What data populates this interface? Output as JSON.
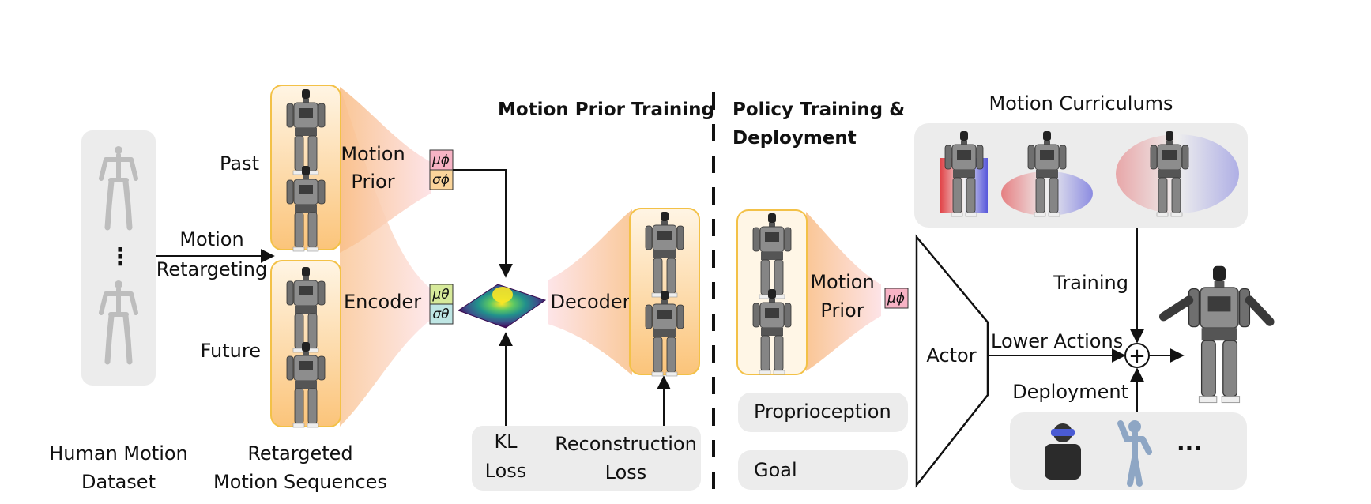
{
  "headings": {
    "motion_prior_training": "Motion Prior Training",
    "policy_training_line1": "Policy Training &",
    "policy_training_line2": "Deployment",
    "motion_curriculums": "Motion Curriculums"
  },
  "left": {
    "dataset_line1": "Human Motion",
    "dataset_line2": "Dataset",
    "dataset_ellipsis": "⋮",
    "retargeting_line1": "Motion",
    "retargeting_line2": "Retargeting",
    "past": "Past",
    "future": "Future",
    "sequences_line1": "Retargeted",
    "sequences_line2": "Motion Sequences"
  },
  "prior": {
    "motion_prior_line1": "Motion",
    "motion_prior_line2": "Prior",
    "encoder": "Encoder",
    "decoder": "Decoder",
    "mu_phi": "μϕ",
    "sigma_phi": "σϕ",
    "mu_theta": "μθ",
    "sigma_theta": "σθ",
    "kl_line1": "KL",
    "kl_line2": "Loss",
    "recon_line1": "Reconstruction",
    "recon_line2": "Loss"
  },
  "policy": {
    "motion_prior_line1": "Motion",
    "motion_prior_line2": "Prior",
    "mu_phi": "μϕ",
    "proprioception": "Proprioception",
    "goal": "Goal",
    "actor": "Actor",
    "lower_actions": "Lower Actions",
    "training": "Training",
    "deployment": "Deployment",
    "plus": "+",
    "ellipsis": "..."
  },
  "colors": {
    "orange_box_border": "#f3c147",
    "orange_fill_top": "#fff3df",
    "orange_fill_bottom": "#fbc57f",
    "pink": "#f8bcc8",
    "gray_panel": "#ececec",
    "mu_phi_fill": "#f7b3c5",
    "sigma_phi_fill": "#fbd59b",
    "mu_theta_fill": "#d7ea9b",
    "sigma_theta_fill": "#bfe6e4"
  }
}
